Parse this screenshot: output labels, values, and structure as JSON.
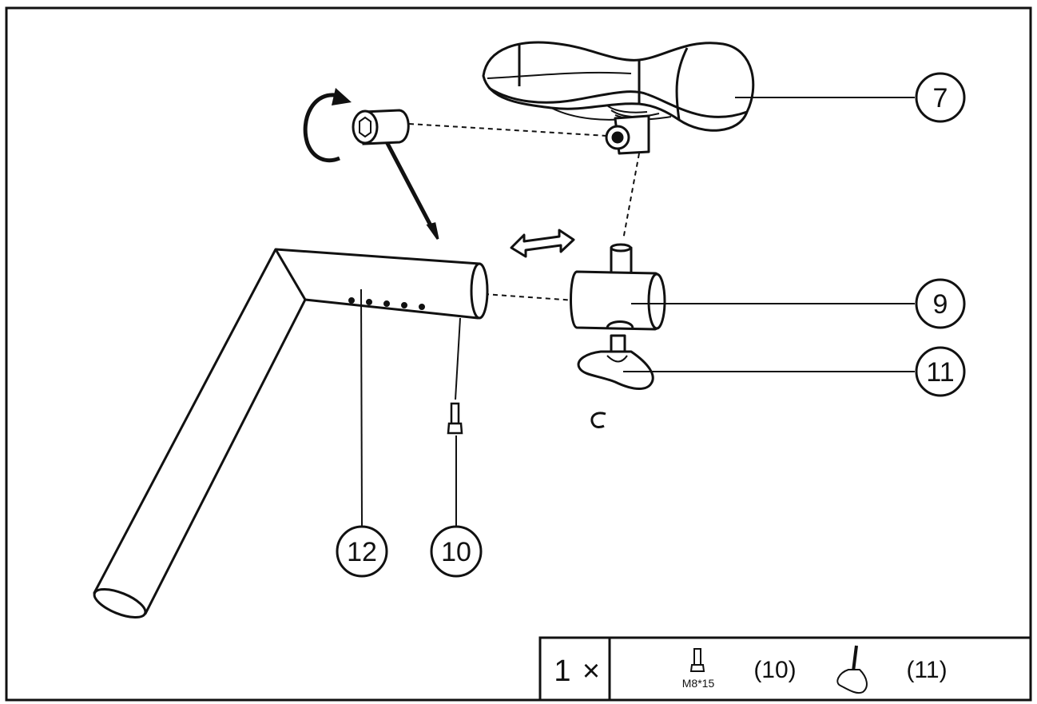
{
  "callouts": [
    {
      "id": "seat",
      "label": "7"
    },
    {
      "id": "seat-slider",
      "label": "9"
    },
    {
      "id": "knob",
      "label": "11"
    },
    {
      "id": "seat-post",
      "label": "12"
    },
    {
      "id": "bolt",
      "label": "10"
    }
  ],
  "parts_box": {
    "quantity": "1",
    "multiplier": "×",
    "items": [
      {
        "size": "M8*15",
        "ref": "(10)",
        "icon": "bolt-icon"
      },
      {
        "size": "",
        "ref": "(11)",
        "icon": "knob-icon"
      }
    ]
  },
  "colors": {
    "line": "#111111",
    "background": "#ffffff"
  }
}
